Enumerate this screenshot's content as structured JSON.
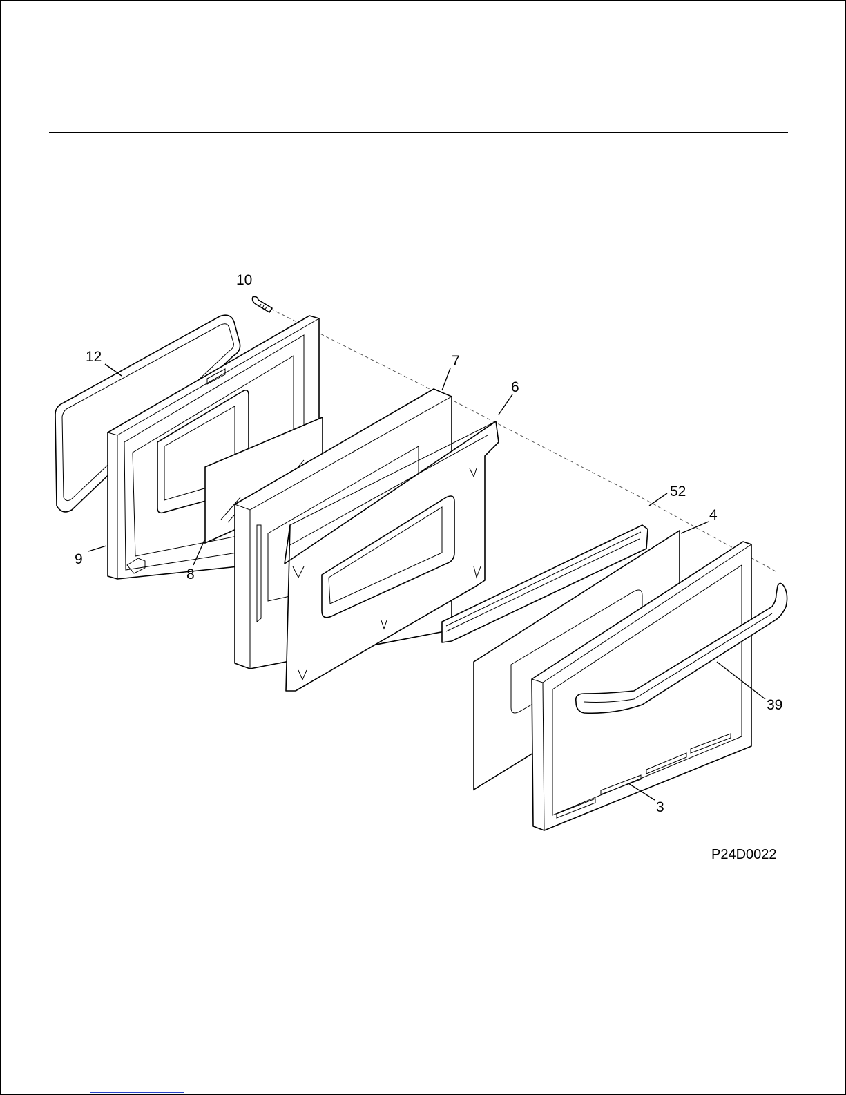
{
  "diagram": {
    "drawing_code": "P24D0022",
    "callouts": [
      {
        "id": "10",
        "label": "10"
      },
      {
        "id": "12",
        "label": "12"
      },
      {
        "id": "7",
        "label": "7"
      },
      {
        "id": "6",
        "label": "6"
      },
      {
        "id": "52",
        "label": "52"
      },
      {
        "id": "4",
        "label": "4"
      },
      {
        "id": "9",
        "label": "9"
      },
      {
        "id": "8",
        "label": "8"
      },
      {
        "id": "39",
        "label": "39"
      },
      {
        "id": "3",
        "label": "3"
      }
    ]
  },
  "colors": {
    "line": "#000000",
    "background": "#ffffff",
    "footer_link": "#2a44c8"
  }
}
